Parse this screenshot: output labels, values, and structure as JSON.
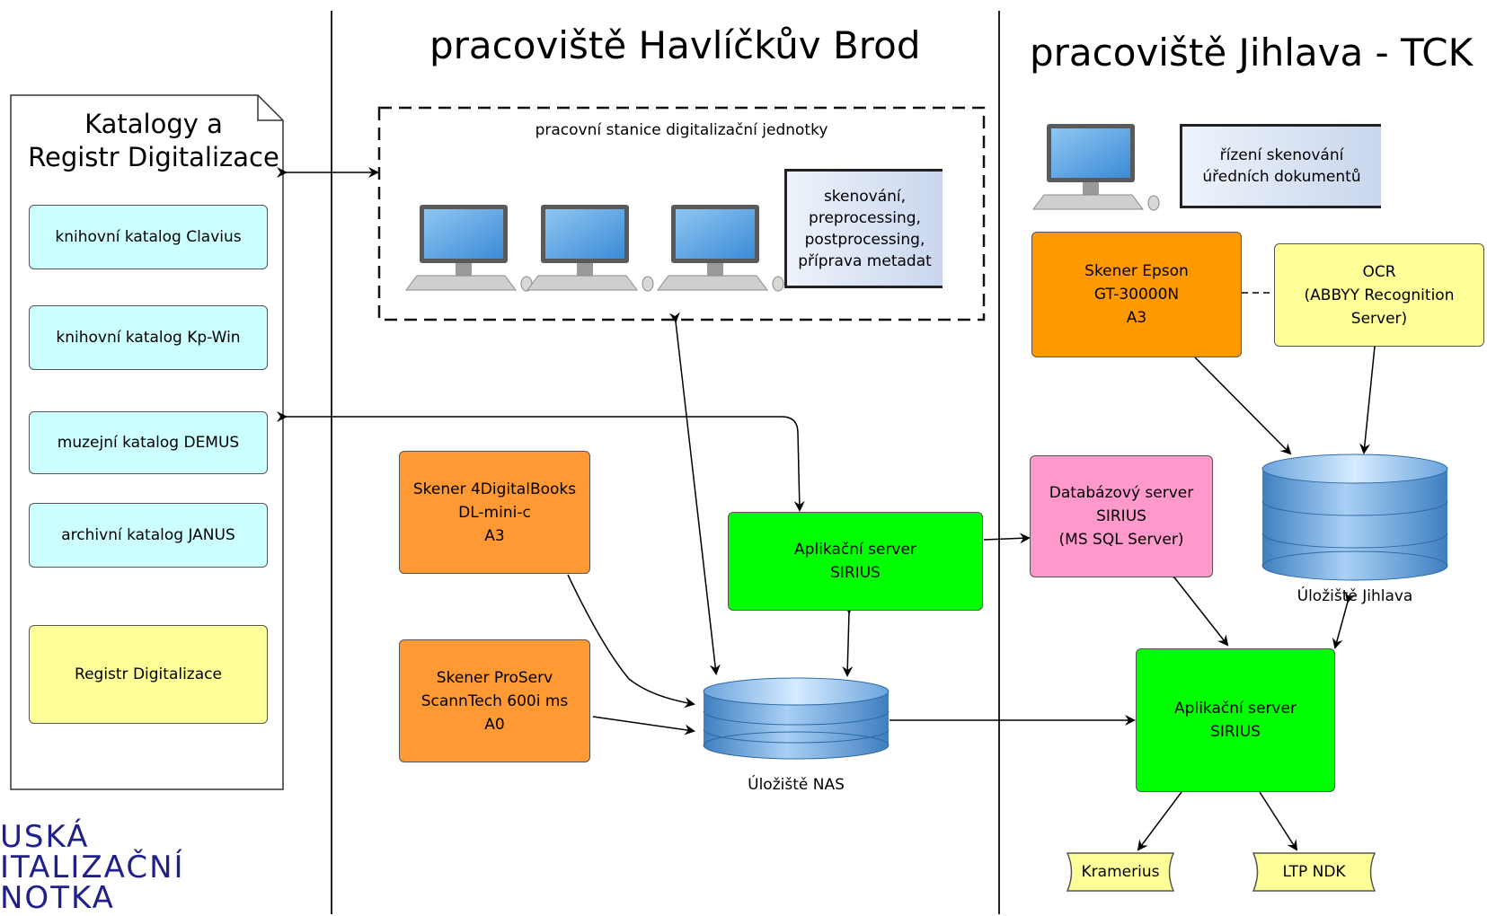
{
  "headings": {
    "havlickuv_brod": "pracoviště Havlíčkův Brod",
    "jihlava": "pracoviště Jihlava - TCK"
  },
  "catalog_panel": {
    "title": "Katalogy a\nRegistr Digitalizace",
    "items": [
      "knihovní katalog Clavius",
      "knihovní katalog Kp-Win",
      "muzejní katalog DEMUS",
      "archivní katalog JANUS"
    ],
    "registry": "Registr Digitalizace"
  },
  "workstations": {
    "title": "pracovní stanice digitalizační jednotky",
    "note": "skenování,\npreprocessing,\npostprocessing,\npříprava metadat"
  },
  "jihlava_pc_note": "řízení skenování\núředních dokumentů",
  "nodes": {
    "scanner_4db": "Skener 4DigitalBooks\nDL-mini-c\nA3",
    "scanner_proserv": "Skener ProServ\nScannTech 600i ms\nA0",
    "app_server_hb": "Aplikační server\nSIRIUS",
    "storage_nas": "Úložiště NAS",
    "scanner_epson": "Skener Epson\nGT-30000N\nA3",
    "ocr": "OCR\n(ABBYY Recognition\nServer)",
    "db_server": "Databázový server\nSIRIUS\n(MS SQL Server)",
    "storage_jihlava": "Úložiště Jihlava",
    "app_server_jihlava": "Aplikační server\nSIRIUS",
    "kramerius": "Kramerius",
    "ltp_ndk": "LTP NDK"
  },
  "logo": "USKÁ\nITALIZAČNÍ\nNOTKA",
  "colors": {
    "catalog": "#ccffff",
    "registry": "#ffff99",
    "scanner": "#ff9933",
    "server": "#00ff00",
    "database": "#ff99cc",
    "ocr": "#ffff99",
    "storage": "#6fa8dc",
    "logo": "#20208a"
  }
}
